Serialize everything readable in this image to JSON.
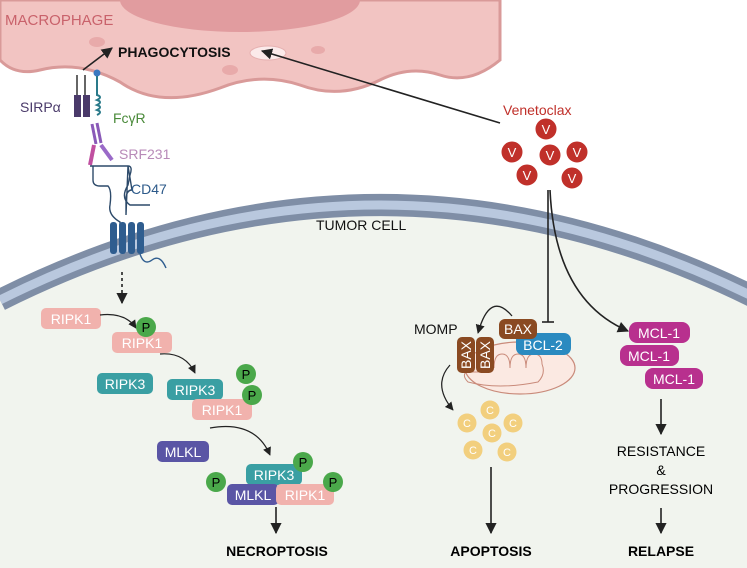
{
  "labels": {
    "macrophage": "MACROPHAGE",
    "phagocytosis": "PHAGOCYTOSIS",
    "sirpa": "SIRPα",
    "fcgr": "FcγR",
    "srf231": "SRF231",
    "cd47": "CD47",
    "tumor_cell": "TUMOR CELL",
    "venetoclax": "Venetoclax",
    "drug_symbol": "V",
    "momp": "MOMP",
    "bax": "BAX",
    "bcl2": "BCL-2",
    "cytc": "C",
    "mcl1": "MCL-1",
    "resistance": "RESISTANCE",
    "amp": "&",
    "progression": "PROGRESSION",
    "relapse": "RELAPSE",
    "apoptosis": "APOPTOSIS",
    "necroptosis": "NECROPTOSIS",
    "ripk1": "RIPK1",
    "ripk3": "RIPK3",
    "mlkl": "MLKL",
    "phospho": "P"
  },
  "colors": {
    "macrophage": "#f2c4c2",
    "membrane": "#8fa0b8",
    "cell_interior": "#f1f4ee",
    "venetoclax": "#c0302a",
    "ripk1": "#f1b2ad",
    "ripk3": "#3a9fa3",
    "mlkl": "#5a55a5",
    "phospho": "#4aa84a",
    "bax": "#8a4a22",
    "bcl2": "#2a8ac0",
    "mcl1": "#b8308e",
    "cytc": "#f2cf7e"
  }
}
